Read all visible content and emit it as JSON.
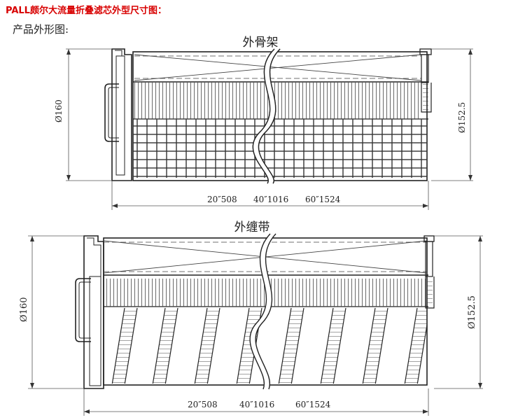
{
  "header": {
    "title": "PALL颇尔大流量折叠滤芯外型尺寸图："
  },
  "subtitle": "产品外形图:",
  "figures": [
    {
      "caption": "外骨架",
      "left_dim": "Ø160",
      "right_dim": "Ø152.5",
      "lengths": [
        "20″508",
        "40″1016",
        "60″1524"
      ]
    },
    {
      "caption": "外缠带",
      "left_dim": "Ø160",
      "right_dim": "Ø152.5",
      "lengths": [
        "20″508",
        "40″1016",
        "60″1524"
      ]
    }
  ]
}
